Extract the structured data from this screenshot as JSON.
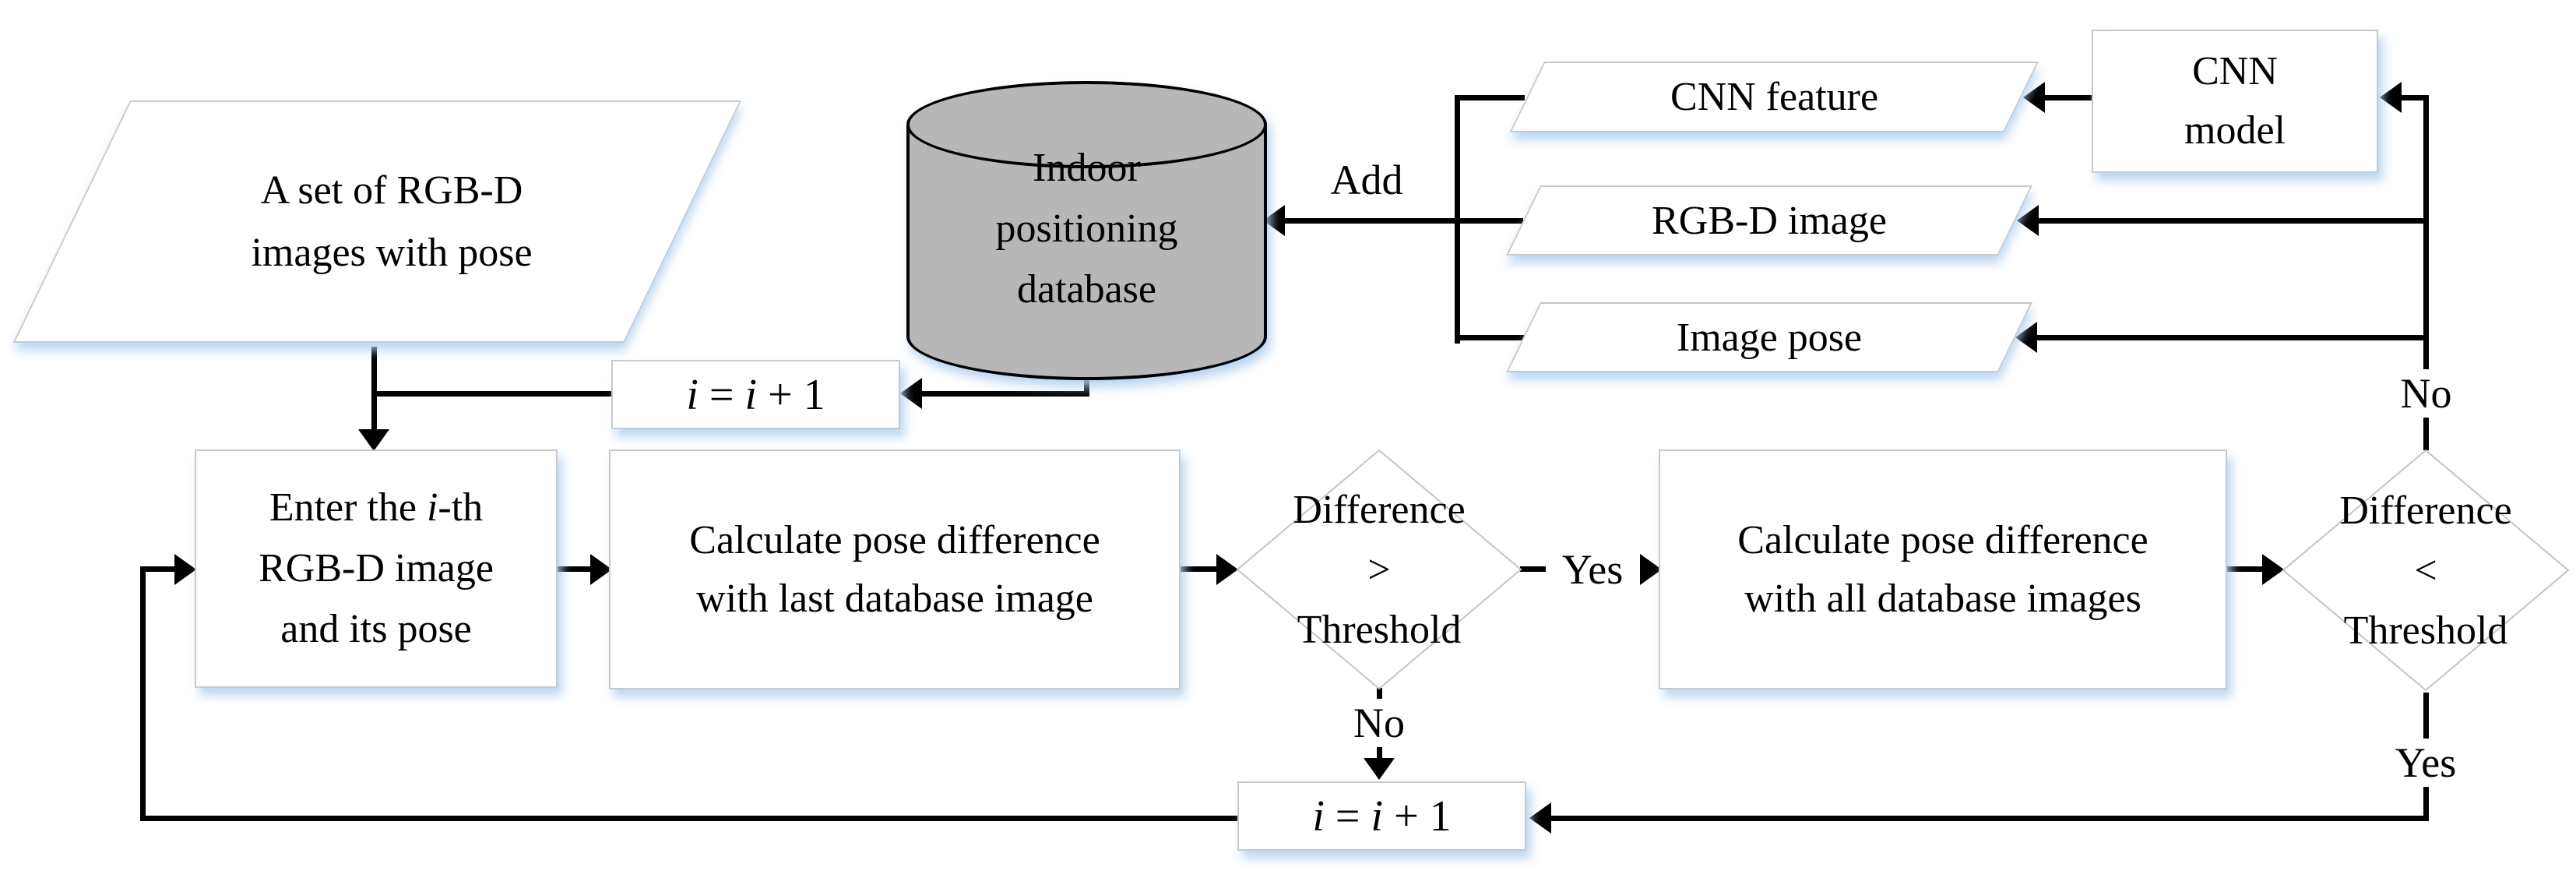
{
  "colors": {
    "background": "#ffffff",
    "line": "#000000",
    "node_fill": "#ffffff",
    "node_border": "#c9c9c9",
    "diamond_border": "#c4c4c4",
    "database_fill": "#b7b7b7",
    "shadow": "#b0d0ee",
    "text": "#000000"
  },
  "nodes": {
    "input": {
      "line1": "A set of RGB-D",
      "line2": "images with pose"
    },
    "increment_top": {
      "var1": "i",
      "eq": " = ",
      "var2": "i",
      "tail": " + 1"
    },
    "database": {
      "line1": "Indoor",
      "line2": "positioning",
      "line3": "database"
    },
    "cnn_feature": {
      "label": "CNN feature"
    },
    "rgbd_image": {
      "label": "RGB-D image"
    },
    "image_pose": {
      "label": "Image pose"
    },
    "cnn_model": {
      "line1": "CNN",
      "line2": "model"
    },
    "enter": {
      "line1_pre": "Enter the ",
      "line1_var": "i",
      "line1_suf": "-th",
      "line2": "RGB-D image",
      "line3": "and its pose"
    },
    "calc_last": {
      "line1": "Calculate pose difference",
      "line2": "with last database image"
    },
    "decision_last": {
      "line1": "Difference",
      "line2": ">",
      "line3": "Threshold"
    },
    "calc_all": {
      "line1": "Calculate pose difference",
      "line2": "with all database images"
    },
    "decision_all": {
      "line1": "Difference",
      "line2": "<",
      "line3": "Threshold"
    },
    "increment_bottom": {
      "var1": "i",
      "eq": " = ",
      "var2": "i",
      "tail": " + 1"
    }
  },
  "labels": {
    "add": "Add",
    "yes_last": "Yes",
    "no_last": "No",
    "yes_all": "Yes",
    "no_all": "No"
  }
}
